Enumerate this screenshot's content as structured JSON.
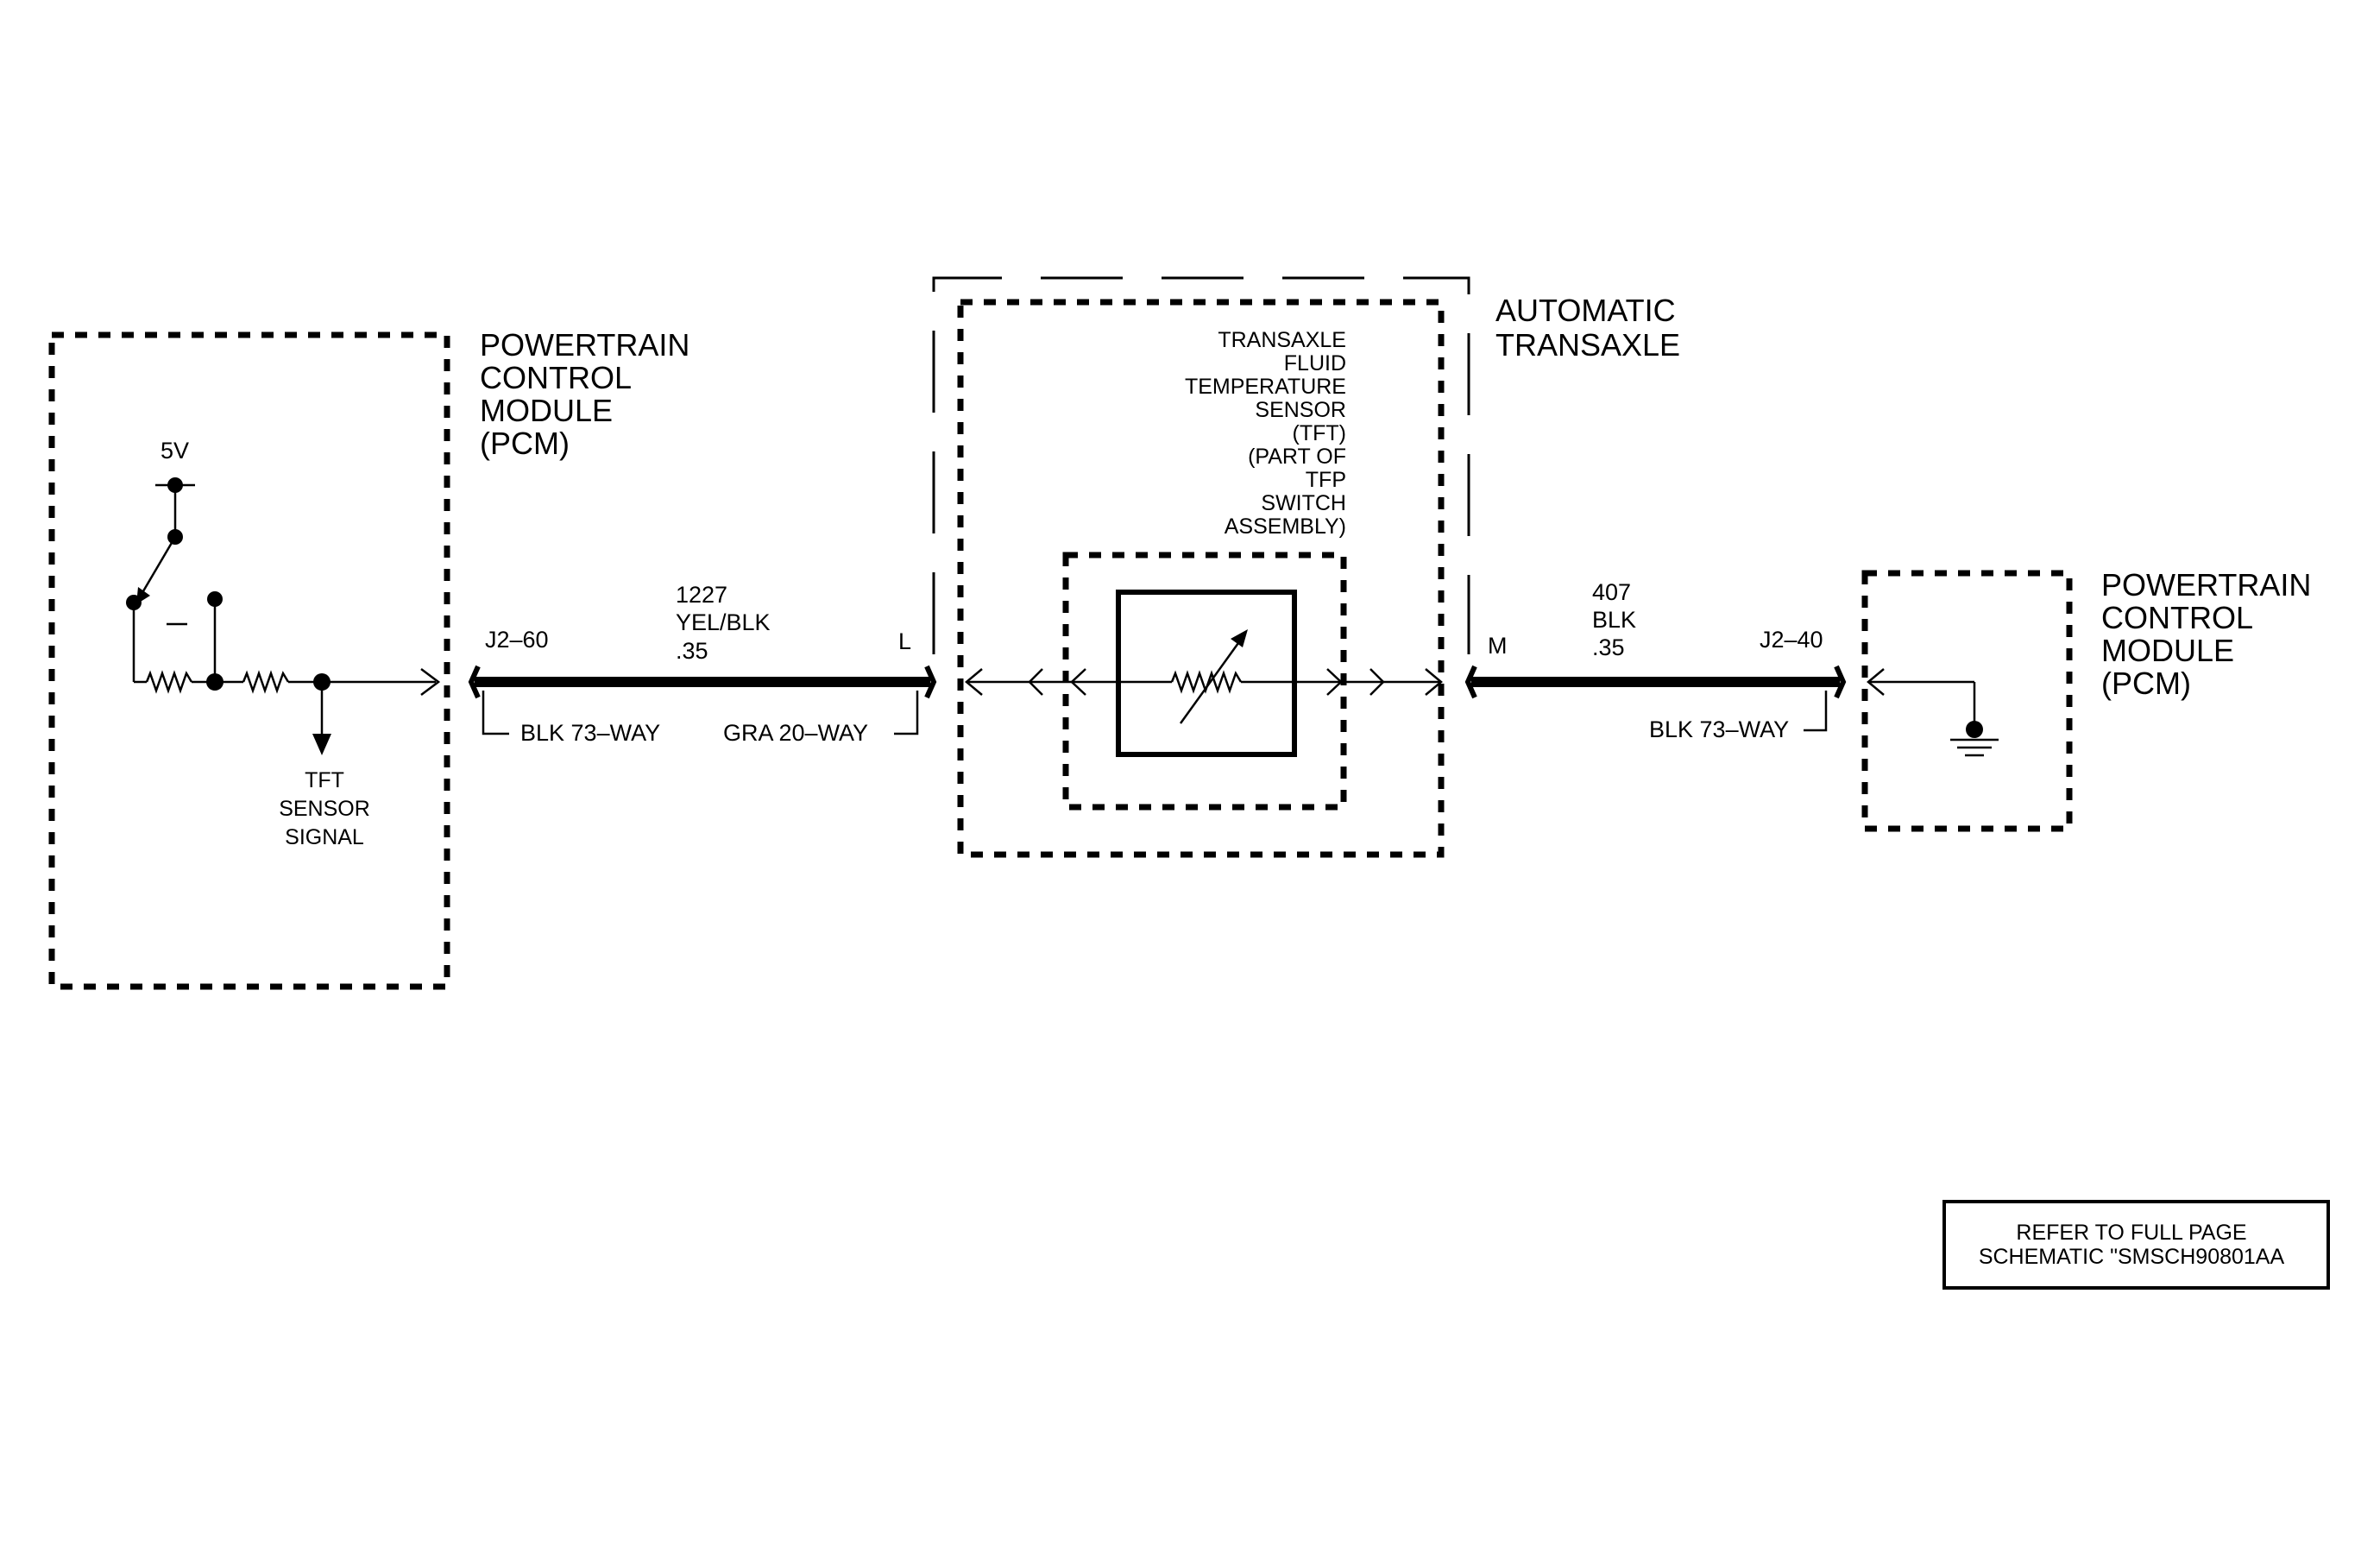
{
  "pcm_left": {
    "title_lines": [
      "POWERTRAIN",
      "CONTROL",
      "MODULE",
      "(PCM)"
    ],
    "voltage_label": "5V",
    "signal_label_lines": [
      "TFT",
      "SENSOR",
      "SIGNAL"
    ],
    "connector_pin": "J2–60",
    "connector_desc": "BLK 73–WAY"
  },
  "wire_left": {
    "circuit": "1227",
    "color": "YEL/BLK",
    "gauge": ".35"
  },
  "transaxle": {
    "title_lines": [
      "AUTOMATIC",
      "TRANSAXLE"
    ],
    "connector_desc": "GRA 20–WAY",
    "pin_left": "L",
    "pin_right": "M",
    "sensor_label_lines": [
      "TRANSAXLE",
      "FLUID",
      "TEMPERATURE",
      "SENSOR",
      "(TFT)",
      "(PART OF",
      "TFP",
      "SWITCH",
      "ASSEMBLY)"
    ]
  },
  "wire_right": {
    "circuit": "407",
    "color": "BLK",
    "gauge": ".35"
  },
  "pcm_right": {
    "title_lines": [
      "POWERTRAIN",
      "CONTROL",
      "MODULE",
      "(PCM)"
    ],
    "connector_pin": "J2–40",
    "connector_desc": "BLK 73–WAY"
  },
  "reference_note": {
    "lines": [
      "REFER TO FULL PAGE",
      "SCHEMATIC \"SMSCH90801AA"
    ]
  }
}
